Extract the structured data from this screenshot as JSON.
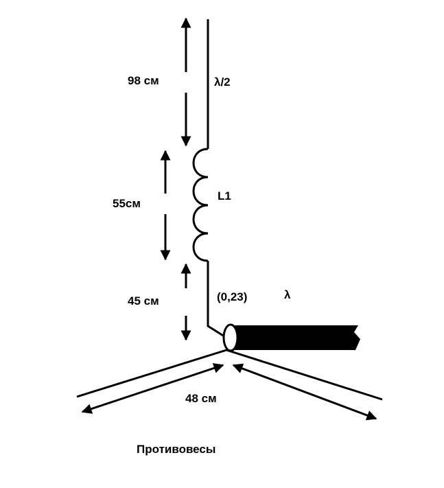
{
  "labels": {
    "top_length": "98 см",
    "top_fraction": "λ/2",
    "coil_length": "55см",
    "coil_name": "L1",
    "bottom_length": "45 см",
    "bottom_fraction_value": "(0,23)",
    "bottom_fraction_symbol": "λ",
    "radial_length": "48 см",
    "radials_caption": "Противовесы"
  }
}
